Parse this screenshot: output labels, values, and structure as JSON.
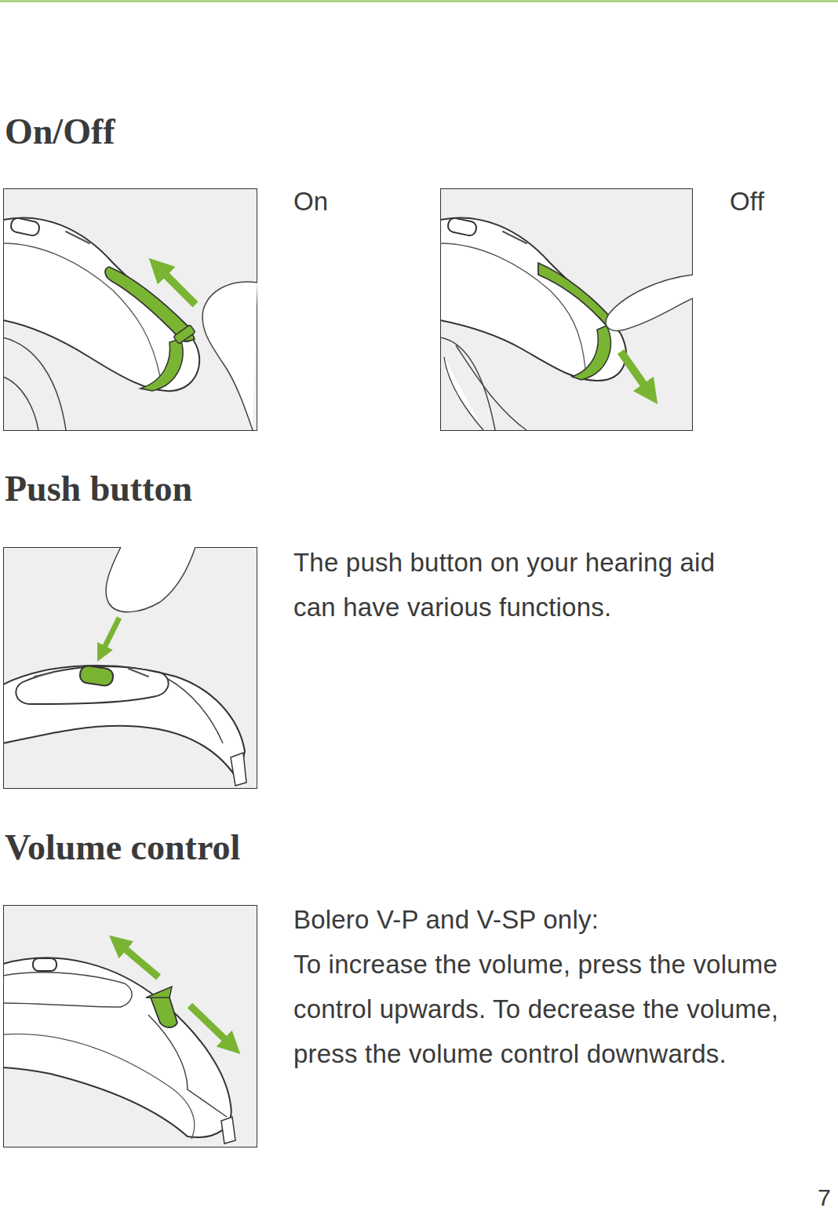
{
  "diagram": {
    "labels": [
      "On/Off",
      "On",
      "Off",
      "Push button",
      "The push button on your hearing aid can have various functions.",
      "Volume control",
      "Bolero V-P and V-SP only:",
      "To increase the volume, press the volume control upwards. To decrease the volume, press the volume control downwards.",
      "7"
    ]
  }
}
